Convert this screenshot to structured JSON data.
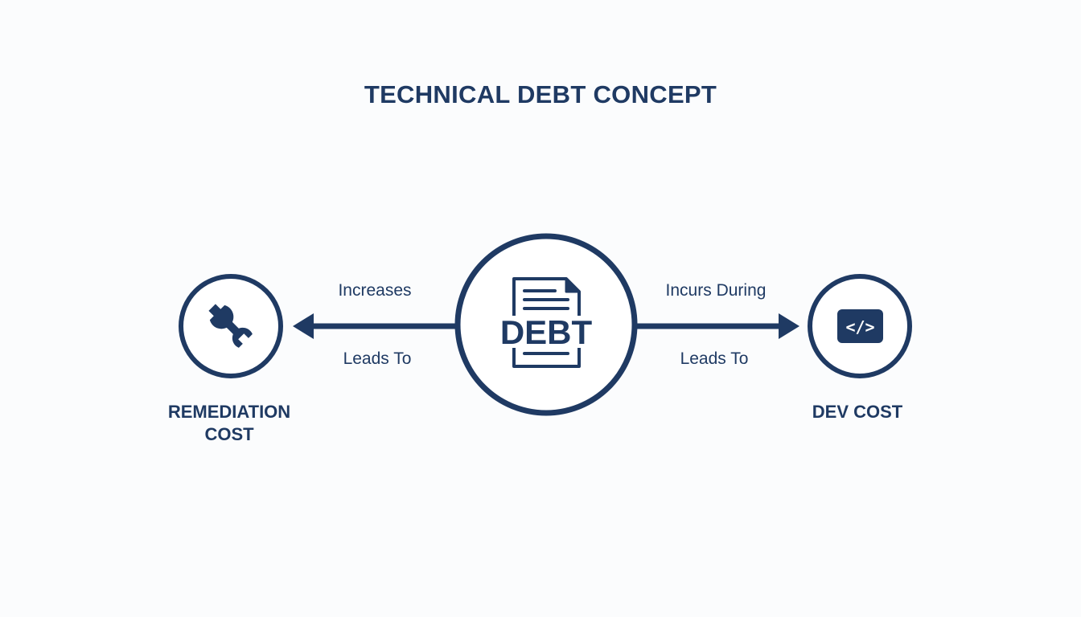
{
  "title": "TECHNICAL DEBT CONCEPT",
  "colors": {
    "primary": "#1f3a63",
    "background": "#fbfcfd"
  },
  "center_node": {
    "text": "DEBT",
    "icon": "document-icon"
  },
  "left_node": {
    "label_line1": "REMEDIATION",
    "label_line2": "COST",
    "icon": "wrench-icon"
  },
  "right_node": {
    "label": "DEV COST",
    "icon": "code-icon",
    "icon_text": "</>"
  },
  "left_arrow": {
    "label_top": "Increases",
    "label_bottom": "Leads To"
  },
  "right_arrow": {
    "label_top": "Incurs During",
    "label_bottom": "Leads To"
  }
}
